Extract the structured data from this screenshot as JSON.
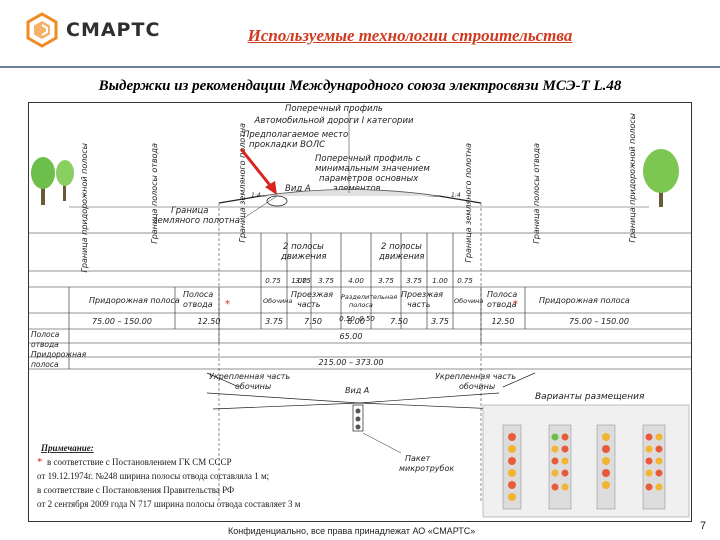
{
  "header": {
    "logo_text": "СМАРТС",
    "title": "Используемые технологии строительства",
    "subtitle": "Выдержки из рекомендации Международного союза электросвязи МСЭ-Т L.48"
  },
  "figure": {
    "top_labels": {
      "cross_profile": "Поперечный профиль",
      "road_category": "Автомобильной дороги I категории",
      "proposed_place_1": "Предполагаемое место",
      "proposed_place_2": "прокладки ВОЛС",
      "min_profile_1": "Поперечный профиль с",
      "min_profile_2": "минимальным значением",
      "min_profile_3": "параметров основных",
      "min_profile_4": "элементов",
      "view_a": "Вид А",
      "slope_left": "1:4",
      "slope_right": "1:4",
      "earth_border_1": "Граница",
      "earth_border_2": "земляного полотна"
    },
    "vertical_labels": {
      "left_1": "Граница придорожной полосы",
      "left_2": "Граница полосы отвода",
      "left_3": "Граница земляного полотна",
      "right_1": "Граница земляного полотна",
      "right_2": "Граница полосы отвода",
      "right_3": "Граница придорожной полосы"
    },
    "lanes_label_1": "2 полосы",
    "lanes_label_2": "движения",
    "small_dims": [
      "0.75",
      "1.00",
      "3.75",
      "3.75",
      "4.00",
      "3.75",
      "3.75",
      "1.00",
      "0.75"
    ],
    "mid_small": [
      "0.50",
      "0.50"
    ],
    "row_labels": {
      "roadside_strip": "Придорожная полоса",
      "right_of_way_1": "Полоса",
      "right_of_way_2": "отвода",
      "shoulder": "Обочина",
      "carriageway_1": "Проезжая",
      "carriageway_2": "часть",
      "median_1": "Разделительная",
      "median_2": "полоса"
    },
    "row_values": {
      "roadside_left": "75.00 – 150.00",
      "row_left": "12.50",
      "shoulder_left": "3.75",
      "carriage_left": "7.50",
      "median": "6.00",
      "carriage_right": "7.50",
      "shoulder_right": "3.75",
      "row_right": "12.50",
      "roadside_right": "75.00 – 150.00",
      "total_row": "65.00",
      "total_all": "215.00 – 373.00"
    },
    "left_column": {
      "row_strip_1": "Полоса",
      "row_strip_2": "отвода",
      "roadside_1": "Придорожная",
      "roadside_2": "полоса"
    },
    "bottom": {
      "reinforced_left_1": "Укрепленная часть",
      "reinforced_left_2": "обочины",
      "reinforced_right_1": "Укрепленная часть",
      "reinforced_right_2": "обочины",
      "view_a": "Вид А",
      "variants": "Варианты размещения",
      "package_1": "Пакет",
      "package_2": "микротрубок"
    },
    "note": {
      "heading": "Примечание:",
      "line1": "в соответствие с Постановлением ГК СМ СССР",
      "line2": "от 19.12.1974г. №248 ширина полосы отвода составляла 1 м;",
      "line3": "в соответствие с Постановления Правительства РФ",
      "line4": "от 2 сентября 2009 года N 717 ширина полосы отвода составляет 3 м"
    }
  },
  "footer": {
    "confidential": "Конфиденциально, все права принадлежат АО «СМАРТС»",
    "page": "7"
  },
  "colors": {
    "title_red": "#cf3a1e",
    "logo_orange": "#f08a24",
    "arrow_red": "#d8231e",
    "tree_green": "#6cbf4b"
  }
}
